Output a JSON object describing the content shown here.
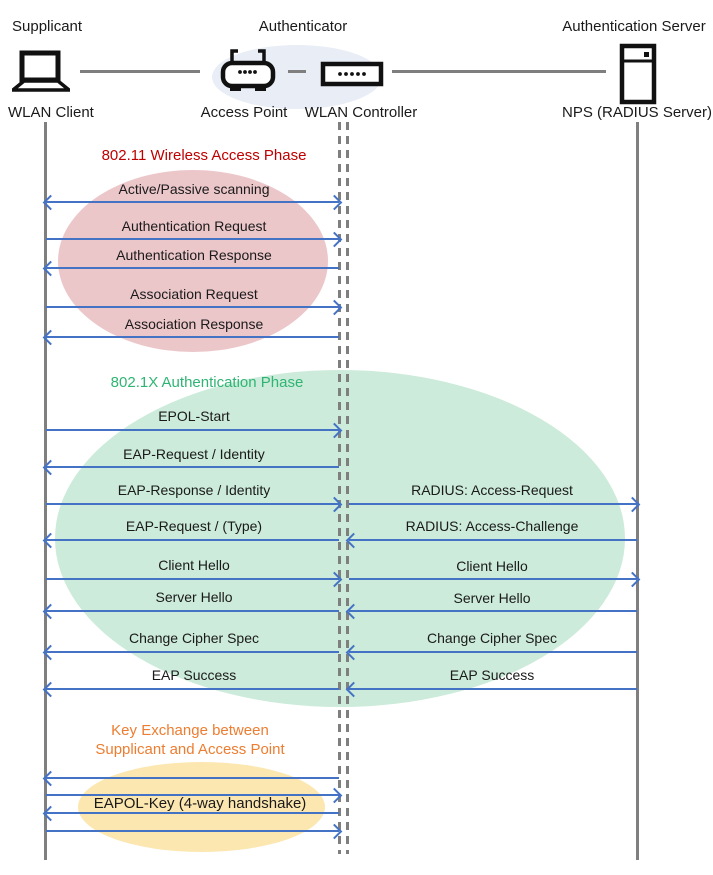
{
  "roles": [
    {
      "label": "Supplicant"
    },
    {
      "label": "Authenticator"
    },
    {
      "label": "Authentication Server"
    }
  ],
  "devices": [
    {
      "label": "WLAN Client",
      "icon": "laptop-icon"
    },
    {
      "label": "Access Point",
      "icon": "access-point-icon"
    },
    {
      "label": "WLAN Controller",
      "icon": "wlan-controller-icon"
    },
    {
      "label": "NPS (RADIUS Server)",
      "icon": "server-icon"
    }
  ],
  "phases": [
    {
      "title": "802.11 Wireless Access Phase",
      "title_color": "#C00000",
      "ellipse_color": "#ECC7CA"
    },
    {
      "title": "802.1X Authentication Phase",
      "title_color": "#2EB573",
      "ellipse_color": "#CCEBDA"
    },
    {
      "title_line1": "Key Exchange between",
      "title_line2": "Supplicant and Access Point",
      "title_color": "#ED7D31",
      "ellipse_color": "#FCE7B1"
    }
  ],
  "messages": {
    "client_to_controller": [
      {
        "label": "Active/Passive scanning",
        "direction": "both"
      },
      {
        "label": "Authentication Request",
        "direction": "right"
      },
      {
        "label": "Authentication Response",
        "direction": "left"
      },
      {
        "label": "Association Request",
        "direction": "right"
      },
      {
        "label": "Association Response",
        "direction": "left"
      },
      {
        "label": "EPOL-Start",
        "direction": "right"
      },
      {
        "label": "EAP-Request / Identity",
        "direction": "left"
      },
      {
        "label": "EAP-Response / Identity",
        "direction": "right"
      },
      {
        "label": "EAP-Request / (Type)",
        "direction": "left"
      },
      {
        "label": "Client Hello",
        "direction": "right"
      },
      {
        "label": "Server Hello",
        "direction": "left"
      },
      {
        "label": "Change Cipher Spec",
        "direction": "left"
      },
      {
        "label": "EAP Success",
        "direction": "left"
      },
      {
        "label": "",
        "direction": "left"
      },
      {
        "label": "",
        "direction": "right"
      },
      {
        "label": "EAPOL-Key (4-way handshake)",
        "direction": "left"
      },
      {
        "label": "",
        "direction": "right"
      }
    ],
    "controller_to_server": [
      {
        "label": "RADIUS: Access-Request",
        "direction": "right"
      },
      {
        "label": "RADIUS: Access-Challenge",
        "direction": "left"
      },
      {
        "label": "Client Hello",
        "direction": "right"
      },
      {
        "label": "Server Hello",
        "direction": "left"
      },
      {
        "label": "Change Cipher Spec",
        "direction": "left"
      },
      {
        "label": "EAP Success",
        "direction": "left"
      }
    ]
  },
  "colors": {
    "arrow": "#4472C4",
    "lifeline": "#7F7F7F",
    "authenticator_ellipse": "#E9EDF6",
    "phase1_ellipse": "#ECC7CA",
    "phase2_ellipse": "#CCEBDA",
    "phase3_ellipse": "#FCE7B1",
    "phase1_title": "#C00000",
    "phase2_title": "#2EB573",
    "phase3_title": "#ED7D31"
  }
}
